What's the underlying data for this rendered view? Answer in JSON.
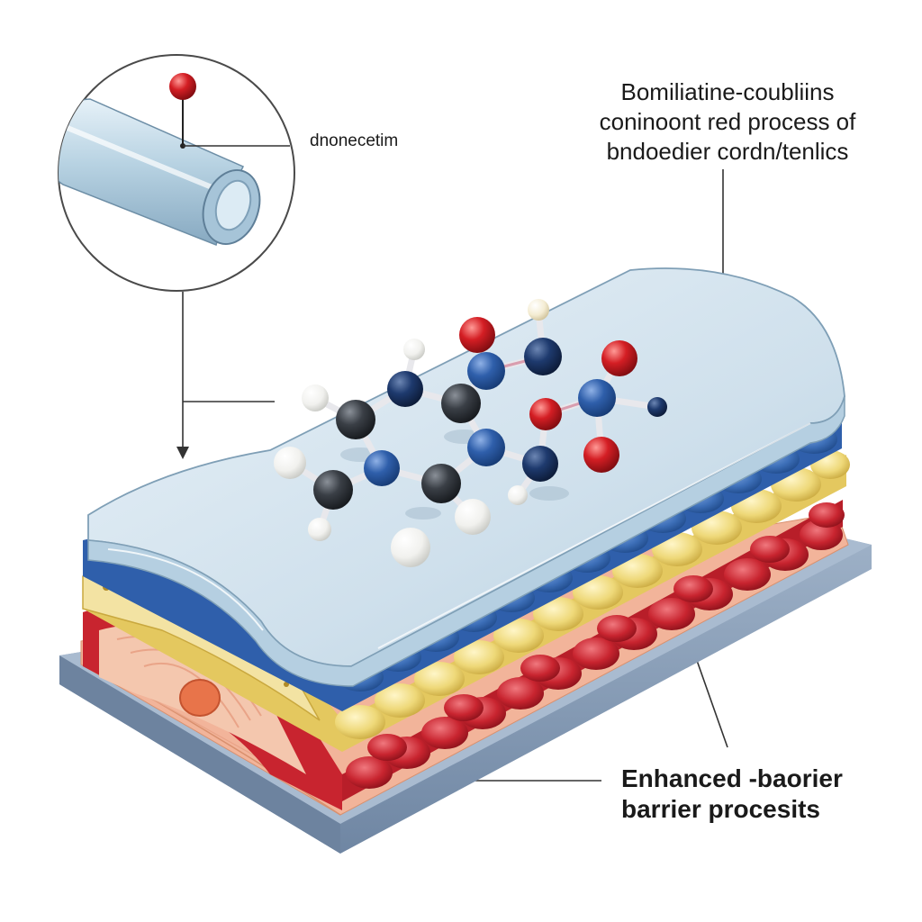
{
  "labels": {
    "inset": "dnonecetim",
    "top_right": [
      "Bomiliatine-coubliins",
      "coninoont red process of",
      "bndoedier cordn/tenlics"
    ],
    "bottom_right": [
      "Enhanced -baorier",
      "barrier procesits"
    ]
  },
  "colors": {
    "hydrated_layer": "#cfe0ec",
    "blue_cells": "#3d6fb8",
    "yellow_cells": "#eed878",
    "red_cells": "#c8242f",
    "salmon_base": "#f2b49a",
    "slate_platform": "#8197b2",
    "atom_dark": "#2c3036",
    "atom_blue": "#2f5fab",
    "atom_navy": "#1b3566",
    "atom_red": "#d41e24",
    "atom_white": "#f4f4f2",
    "tube": "#b7d2e2"
  },
  "icons": [
    "magnifier-inset-circle",
    "molecule",
    "skin-layer-stack",
    "pointer-arrow"
  ]
}
